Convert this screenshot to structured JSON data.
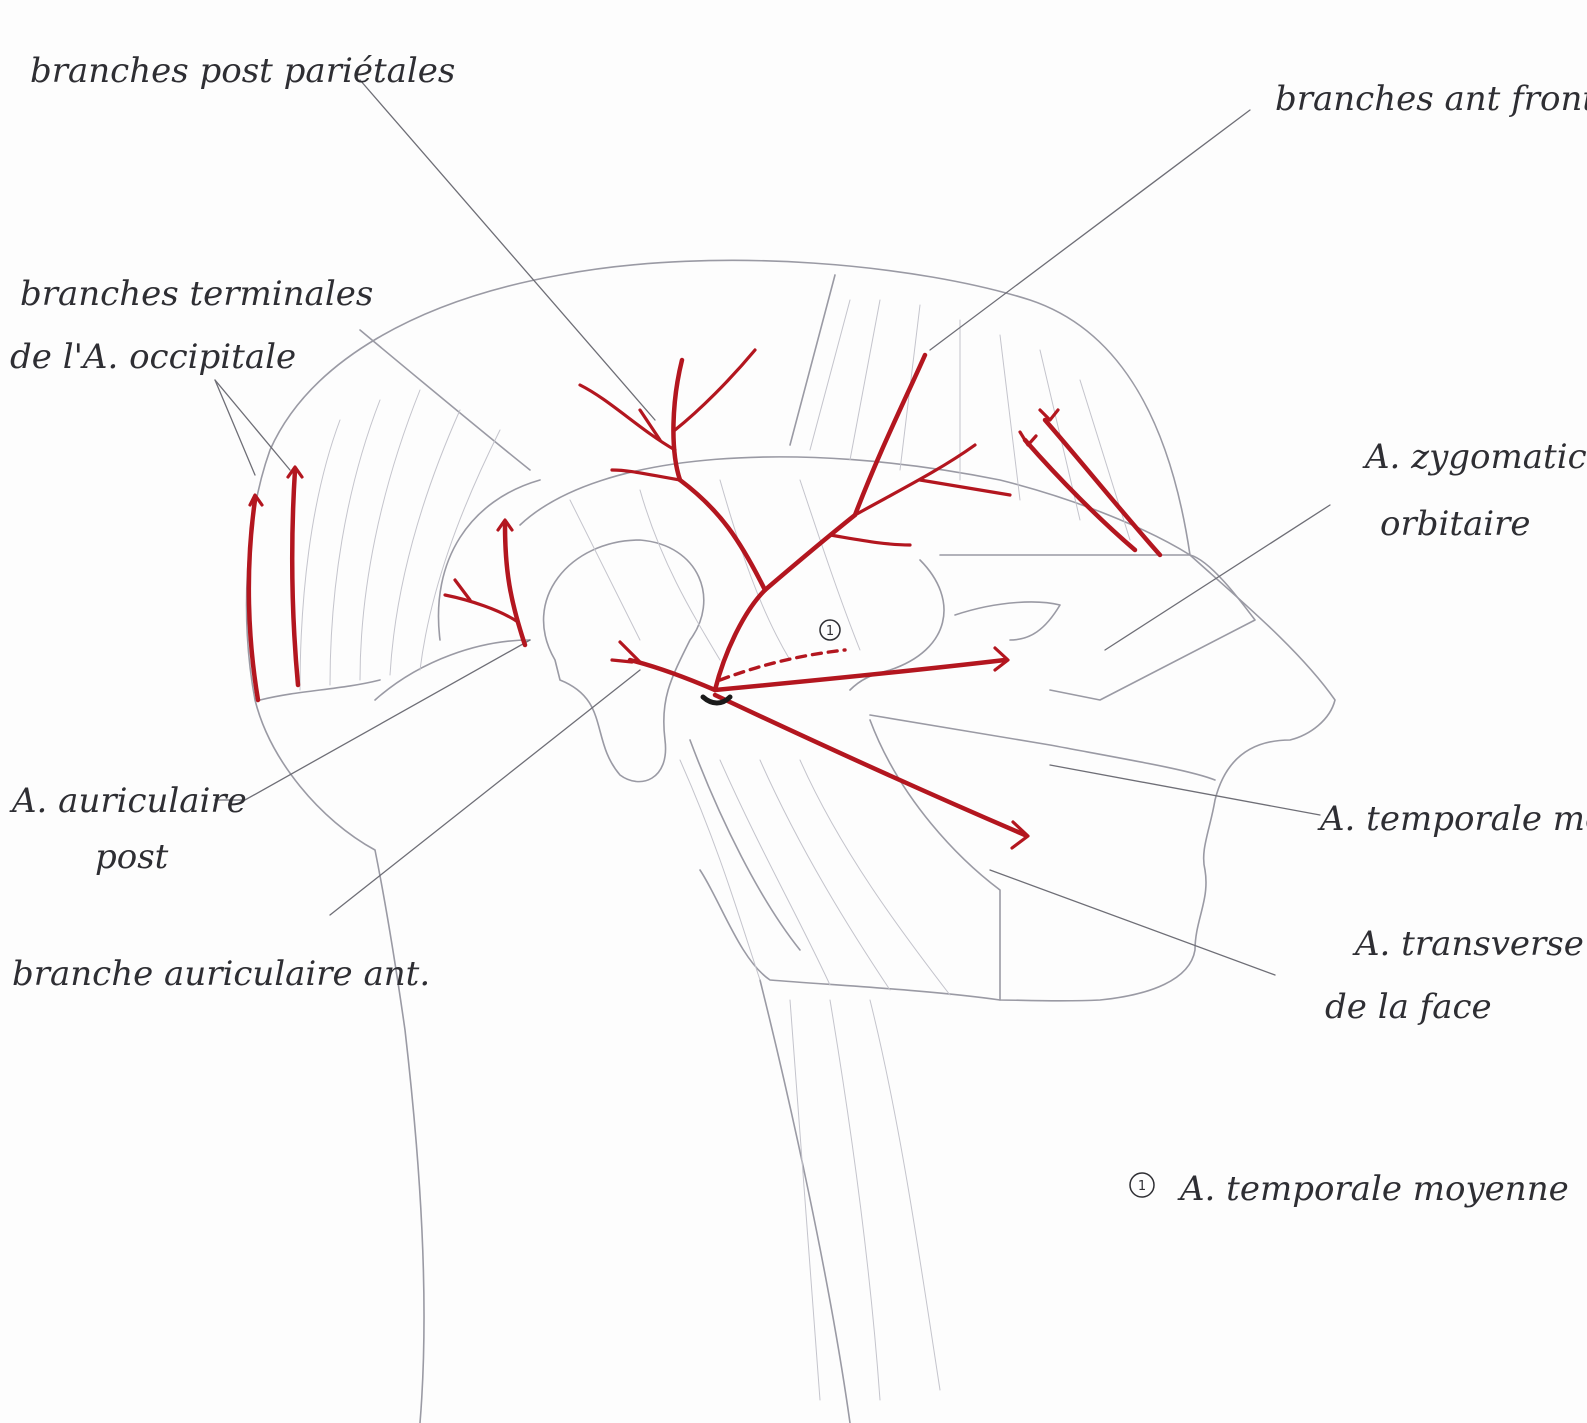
{
  "labels": {
    "post_parietal": "branches post pariétales",
    "ant_frontal": "branches ant frontales",
    "terminal_1": "branches terminales",
    "terminal_2": "de l'A. occipitale",
    "zygomatic_1": "A. zygomatico",
    "zygomatic_2": "orbitaire",
    "post_auricular_1": "A. auriculaire",
    "post_auricular_2": "post",
    "ant_auricular": "branche auriculaire ant.",
    "middle_temporal_abbr": "A. temporale moy.",
    "transverse_1": "A. transverse",
    "transverse_2": "de la face",
    "legend_marker": "1",
    "legend_text": "A. temporale moyenne"
  },
  "colors": {
    "artery": "#b3161f",
    "outline": "#9a9aa4",
    "text": "#2e2e33"
  }
}
